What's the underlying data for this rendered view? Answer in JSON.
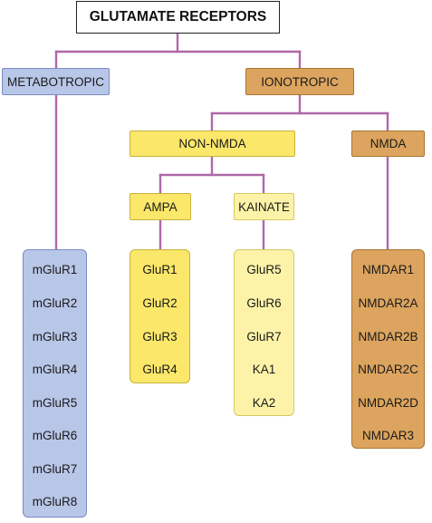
{
  "title": "GLUTAMATE RECEPTORS",
  "metabotropic": {
    "label": "METABOTROPIC",
    "subtypes": [
      "mGluR1",
      "mGluR2",
      "mGluR3",
      "mGluR4",
      "mGluR5",
      "mGluR6",
      "mGluR7",
      "mGluR8"
    ]
  },
  "ionotropic": {
    "label": "IONOTROPIC",
    "non_nmda": {
      "label": "NON-NMDA",
      "ampa": {
        "label": "AMPA",
        "subtypes": [
          "GluR1",
          "GluR2",
          "GluR3",
          "GluR4"
        ]
      },
      "kainate": {
        "label": "KAINATE",
        "subtypes": [
          "GluR5",
          "GluR6",
          "GluR7",
          "KA1",
          "KA2"
        ]
      }
    },
    "nmda": {
      "label": "NMDA",
      "subtypes": [
        "NMDAR1",
        "NMDAR2A",
        "NMDAR2B",
        "NMDAR2C",
        "NMDAR2D",
        "NMDAR3"
      ]
    }
  },
  "colors": {
    "connector": "#b068a8",
    "metabotropic": "#b8c6e8",
    "ionotropic": "#dca45e",
    "non_nmda": "#fbe76a",
    "kainate": "#fdf3a8"
  }
}
